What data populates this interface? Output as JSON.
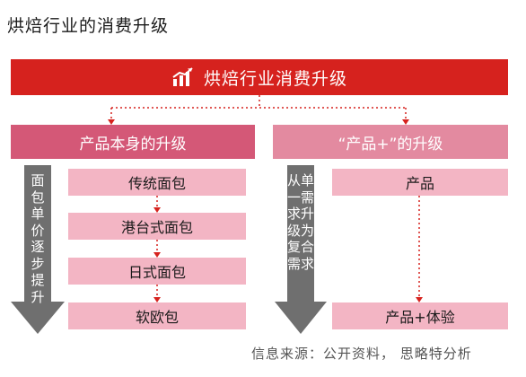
{
  "title": "烘焙行业的消费升级",
  "banner": {
    "label": "烘焙行业消费升级",
    "icon": "bar-chart-trend-icon",
    "color": "#d6221e"
  },
  "left": {
    "header": "产品本身的升级",
    "side_arrow_text": "面包单价逐步提升",
    "items": [
      "传统面包",
      "港台式面包",
      "日式面包",
      "软欧包"
    ]
  },
  "right": {
    "header": "“产品+”的升级",
    "side_arrow_text": "从单一需求升级为复合需求",
    "items": [
      "产品",
      "产品+体验"
    ]
  },
  "source": "信息来源：公开资料，  思略特分析",
  "colors": {
    "primary_red": "#d6221e",
    "left_header": "#d45877",
    "right_header": "#e38aa0",
    "item_box": "#f3b5c4",
    "arrow_gray": "#6f6f6f"
  }
}
